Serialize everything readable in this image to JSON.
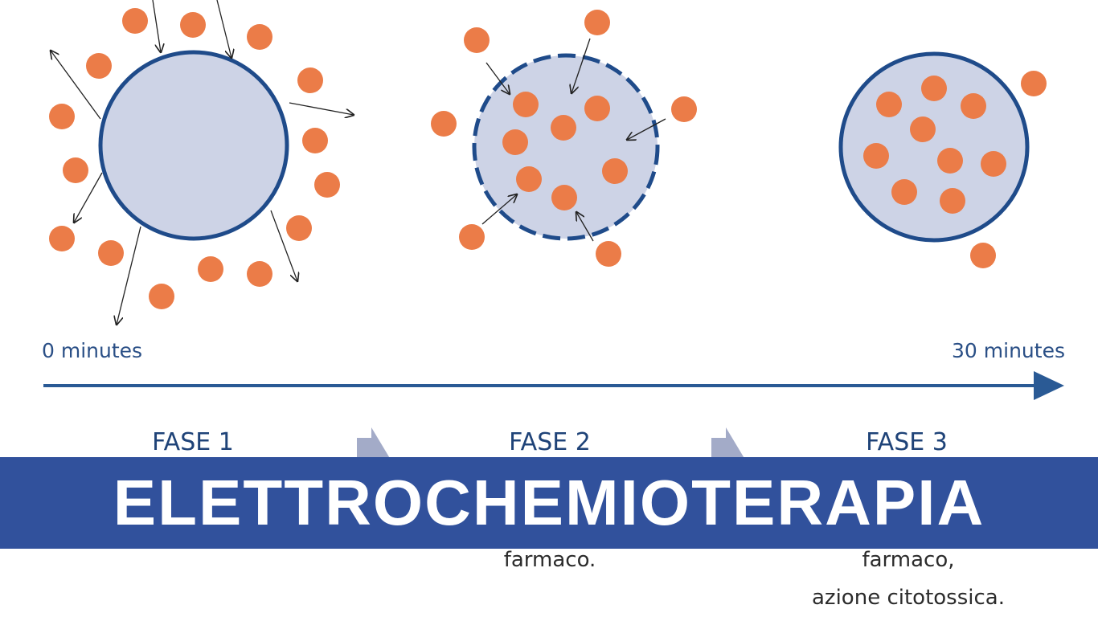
{
  "colors": {
    "cell_fill": "#cdd3e6",
    "cell_border": "#1f4b8a",
    "molecule": "#eb7c48",
    "banner": "#31519c",
    "timeline": "#2a5a95"
  },
  "timeline": {
    "start_label": "0 minutes",
    "end_label": "30 minutes"
  },
  "phases": [
    {
      "label": "FASE 1",
      "caption_lines": []
    },
    {
      "label": "FASE 2",
      "caption_lines": [
        "farmaco."
      ]
    },
    {
      "label": "FASE 3",
      "caption_lines": [
        "farmaco,",
        "azione citotossica."
      ]
    }
  ],
  "banner": {
    "title": "ELETTROCHEMIOTERAPIA"
  }
}
